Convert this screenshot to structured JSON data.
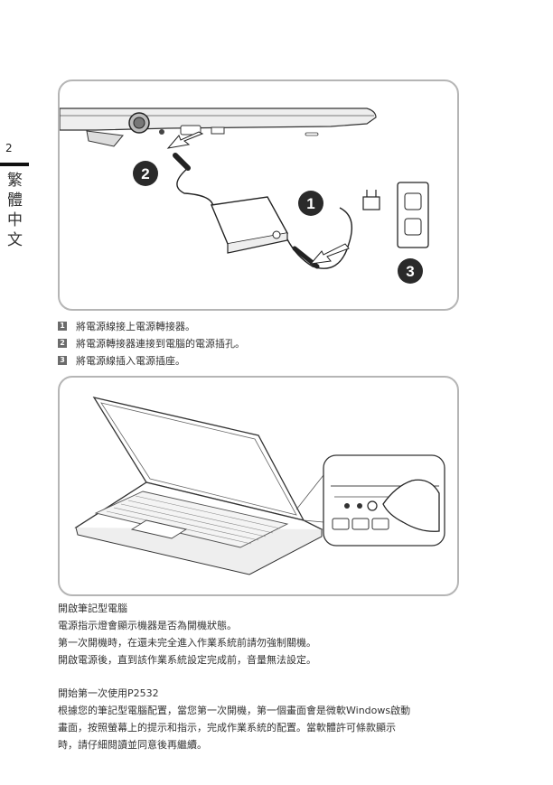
{
  "page": {
    "number": "2",
    "side_title": [
      "繁",
      "體",
      "中",
      "文"
    ]
  },
  "figure1": {
    "callouts": [
      "1",
      "2",
      "3"
    ]
  },
  "steps": [
    {
      "num": "1",
      "text": "將電源線接上電源轉接器。"
    },
    {
      "num": "2",
      "text": "將電源轉接器連接到電腦的電源插孔。"
    },
    {
      "num": "3",
      "text": "將電源線插入電源插座。"
    }
  ],
  "section1": {
    "title": "開啟筆記型電腦",
    "lines": [
      "電源指示燈會顯示機器是否為開機狀態。",
      "第一次開機時，在還未完全進入作業系統前請勿強制關機。",
      "開啟電源後，直到該作業系統設定完成前，音量無法設定。"
    ]
  },
  "section2": {
    "title": "開始第一次使用P2532",
    "lines": [
      "根據您的筆記型電腦配置，當您第一次開機，第一個畫面會是微軟Windows啟動",
      "畫面，按照螢幕上的提示和指示，完成作業系統的配置。當軟體許可條款顯示",
      "時，請仔細閱讀並同意後再繼續。"
    ]
  },
  "colors": {
    "frame_border": "#b5b5b5",
    "callout_fill": "#2a2a2a",
    "step_badge": "#6b6b6b"
  }
}
